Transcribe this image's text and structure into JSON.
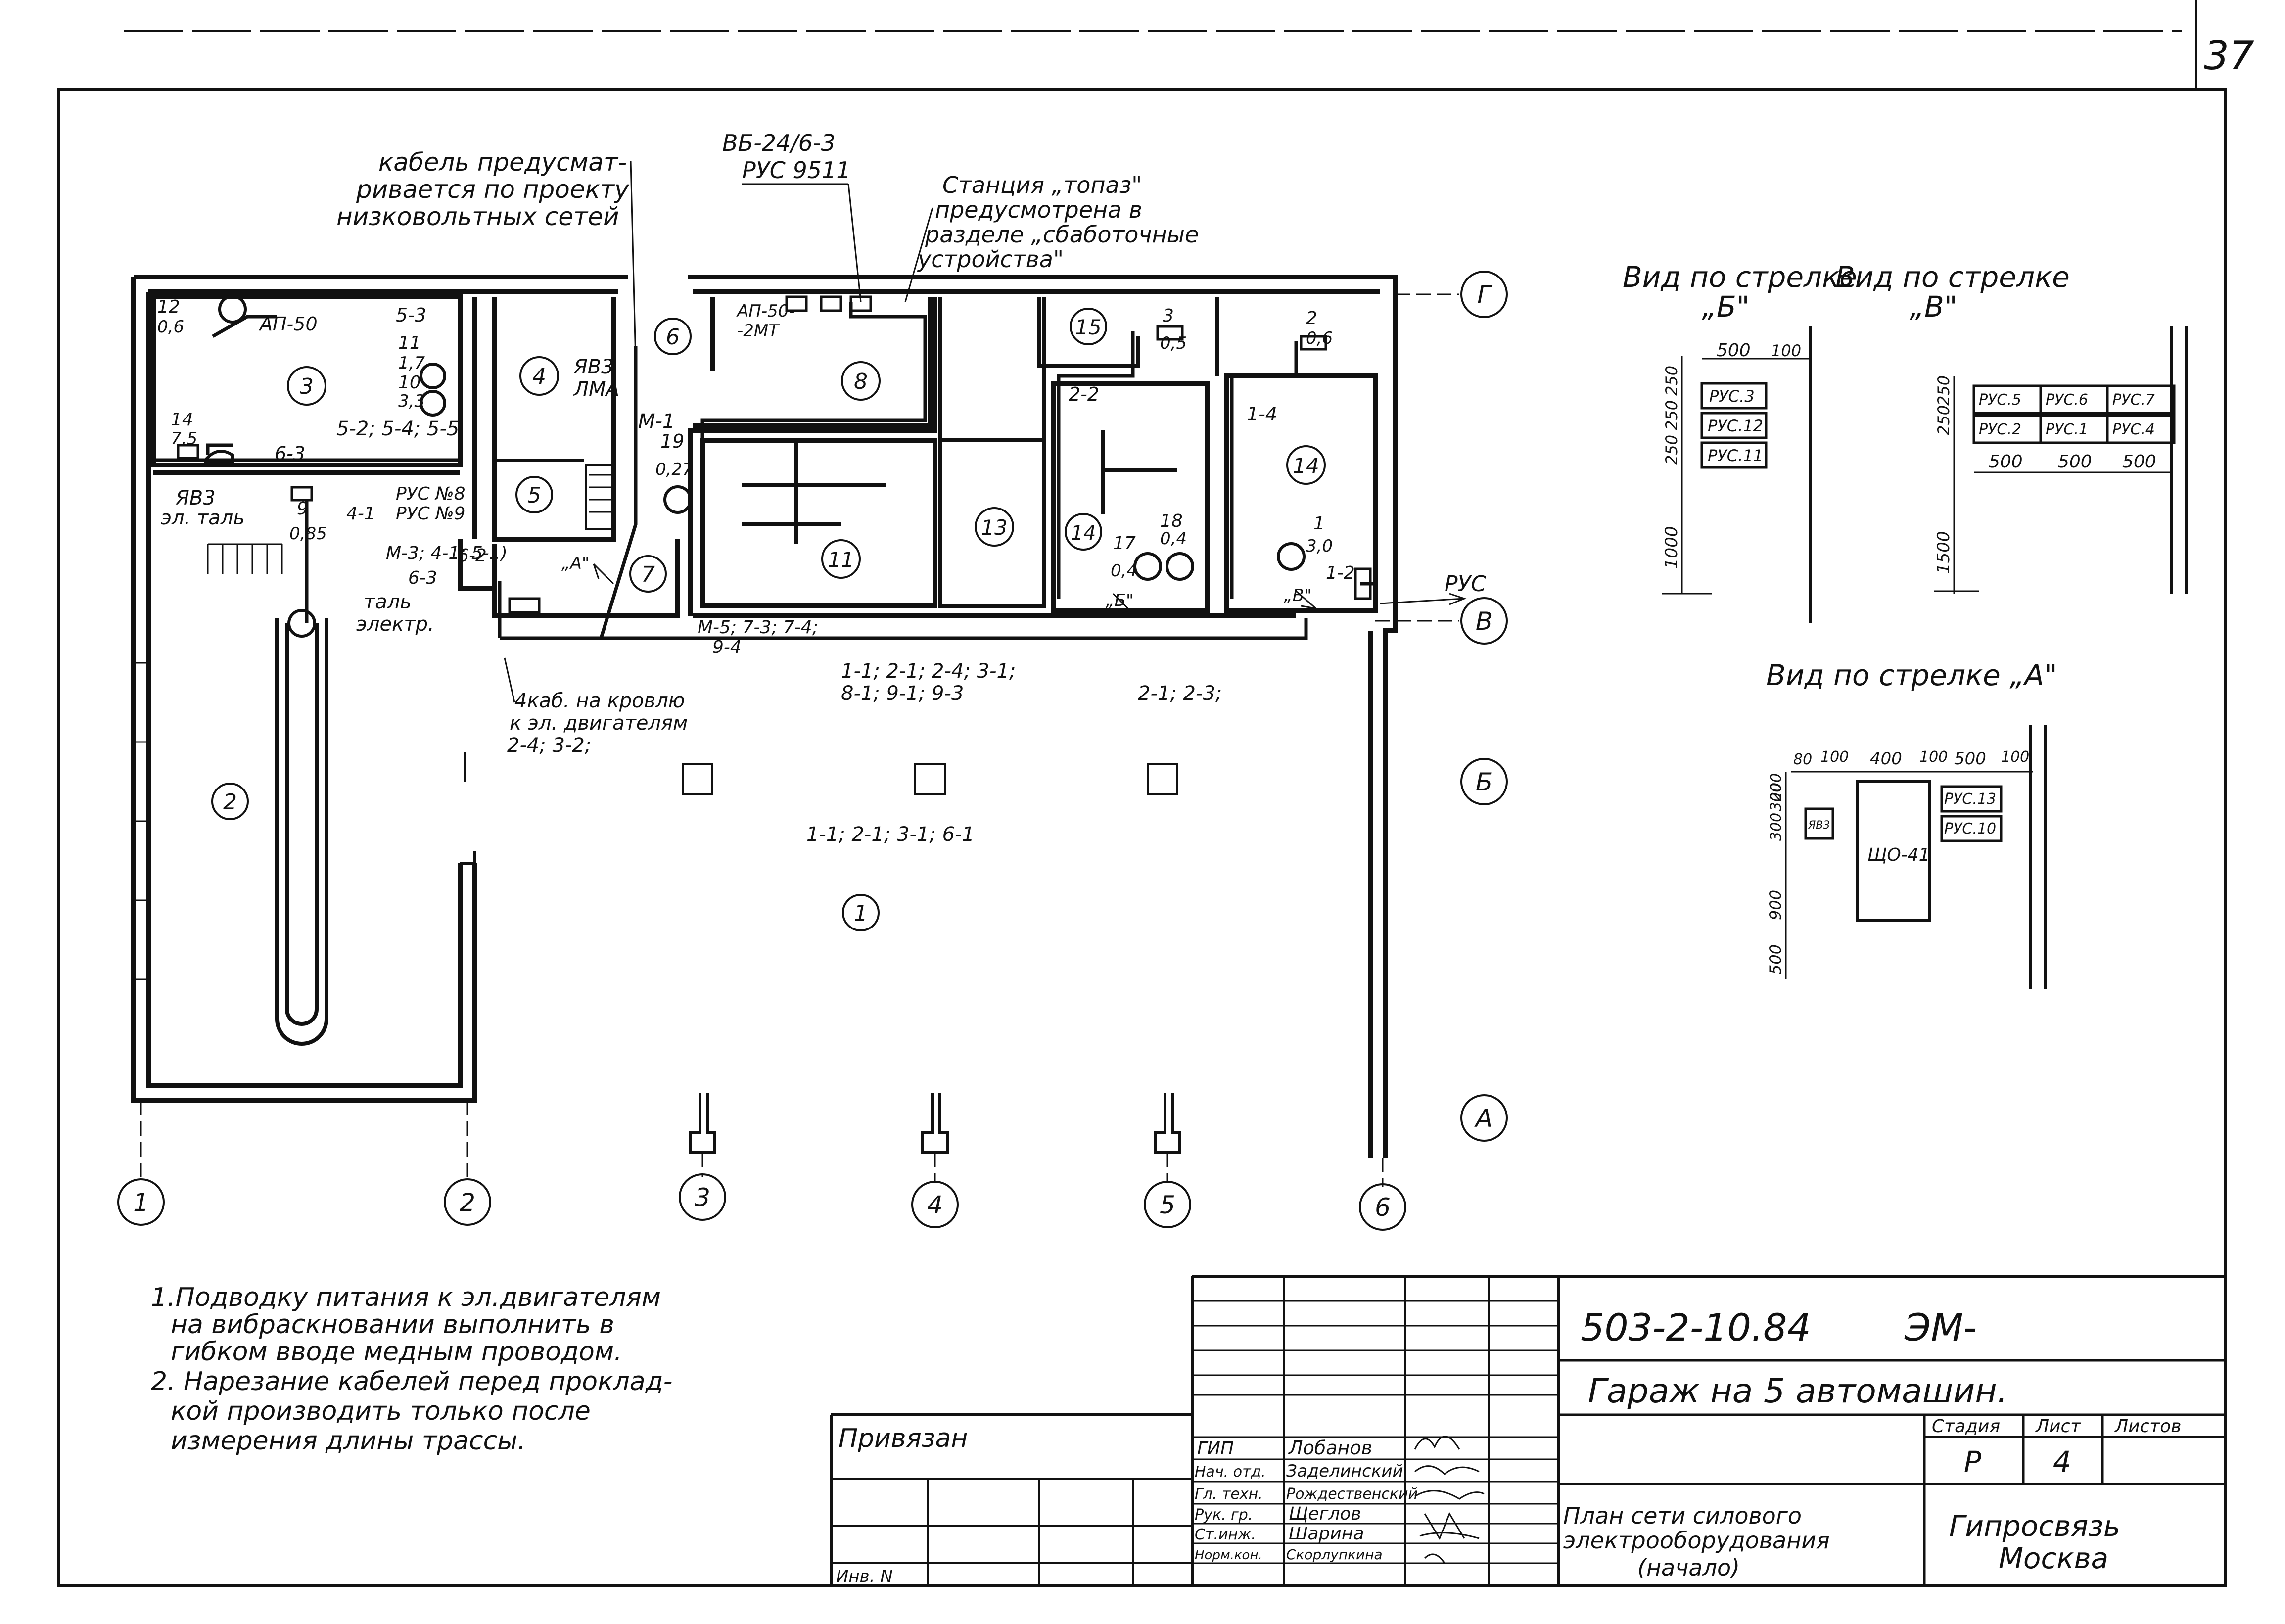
{
  "sheet_number": "37",
  "callouts": {
    "cable_note": [
      "кабель предусмат-",
      "ривается по проекту",
      "низковольтных сетей"
    ],
    "supply": [
      "ВБ-24/6-3",
      "РУС 9511"
    ],
    "station": [
      "Станция „топаз\"",
      "предусмотрена в",
      "разделе „сбаботочные",
      "устройства\""
    ],
    "roof": [
      "4каб. на кровлю",
      "к эл. двигателям",
      "2-4; 3-2;"
    ],
    "hoist_left": [
      "ЯВ3",
      "эл. таль"
    ],
    "hoist_electric": [
      "таль",
      "электр."
    ],
    "rus_arrow": "РУС"
  },
  "equipment": {
    "ap50": "АП-50",
    "ap50emt": [
      "АП-50-",
      "-2МТ"
    ],
    "yav3_lma": [
      "ЯВ3",
      "ЛМА"
    ],
    "rus8_9": [
      "РУС №8",
      "РУС №9"
    ],
    "m1": "М-1",
    "lines_room3": [
      "5-3",
      "5-2; 5-4; 5-5",
      "6-3"
    ],
    "lines_room7": [
      "М-3; 4-1; 5-1)",
      "6-3",
      "6-2",
      "4-1"
    ],
    "lines_room11": [
      "М-5; 7-3; 7-4;",
      "9-4"
    ],
    "line_2_2": "2-2",
    "line_1_4": "1-4",
    "line_1_2": "1-2",
    "corridor_a": [
      "1-1; 2-1; 2-4; 3-1;",
      "8-1; 9-1; 9-3"
    ],
    "corridor_b": "2-1; 2-3;",
    "hall_lines": "1-1; 2-1; 3-1; 6-1",
    "view_b_mark": "„Б\"",
    "view_v_mark": "„В\"",
    "view_a_mark": "„А\""
  },
  "motor_labels": [
    {
      "n": "12",
      "p": "0,6"
    },
    {
      "n": "14",
      "p": "7,5"
    },
    {
      "n": "11",
      "p": "1,7"
    },
    {
      "n": "10",
      "p": "3,3"
    },
    {
      "n": "19",
      "p": "0,27"
    },
    {
      "n": "9",
      "p": "0,85"
    },
    {
      "n": "3",
      "p": "0,5"
    },
    {
      "n": "2",
      "p": "0,6"
    },
    {
      "n": "17",
      "p": "0,4"
    },
    {
      "n": "18",
      "p": "0,4"
    },
    {
      "n": "1",
      "p": "3,0"
    }
  ],
  "rooms": [
    "1",
    "2",
    "3",
    "4",
    "5",
    "6",
    "7",
    "8",
    "11",
    "13",
    "14",
    "14",
    "15"
  ],
  "axes": {
    "columns": [
      "1",
      "2",
      "3",
      "4",
      "5",
      "6"
    ],
    "rows": [
      "Г",
      "В",
      "Б",
      "А"
    ]
  },
  "views": {
    "b": {
      "title": [
        "Вид по стрелке",
        "„Б\""
      ],
      "panels": [
        "РУС.3",
        "РУС.12",
        "РУС.11"
      ],
      "dims_h": [
        "500",
        "100"
      ],
      "dims_v": [
        "250",
        "250",
        "250",
        "1000"
      ]
    },
    "v": {
      "title": [
        "Вид по стрелке",
        "„В\""
      ],
      "panels_top": [
        "РУС.5",
        "РУС.6",
        "РУС.7"
      ],
      "panels_bottom": [
        "РУС.2",
        "РУС.1",
        "РУС.4"
      ],
      "dims_h": [
        "500",
        "500",
        "500"
      ],
      "dims_v": [
        "250",
        "250",
        "1500"
      ]
    },
    "a": {
      "title": "Вид по стрелке „А\"",
      "panels": [
        "ЩО-41",
        "РУС.13",
        "РУС.10",
        "ЯВ3"
      ],
      "dims_h": [
        "80",
        "100",
        "400",
        "100",
        "500",
        "100"
      ],
      "dims_v": [
        "300",
        "300",
        "200",
        "900",
        "500"
      ]
    }
  },
  "notes": [
    "1.Подводку питания к эл.двигателям",
    "на вибраскновании выполнить в",
    "гибком вводе медным проводом.",
    "2. Нарезание кабелей перед проклад-",
    "кой производить только после",
    "измерения длины трассы."
  ],
  "title_block": {
    "project_code": "503-2-10.84",
    "section": "ЭМ-",
    "object": "Гараж на 5 автомашин.",
    "drawing_title": [
      "План сети силового",
      "электрооборудования",
      "(начало)"
    ],
    "stage_header": "Стадия",
    "sheet_header": "Лист",
    "sheets_header": "Листов",
    "stage": "Р",
    "sheet": "4",
    "org": [
      "Гипросвязь",
      "Москва"
    ],
    "bound": "Привязан",
    "inv": "Инв. N",
    "roles": [
      "ГИП",
      "Нач. отд.",
      "Гл. техн.",
      "Рук. гр.",
      "Ст.инж.",
      "Норм.кон."
    ],
    "names": [
      "Лобанов",
      "Заделинский",
      "Рождественский",
      "Щеглов",
      "Шарина",
      "Скорлупкина"
    ]
  }
}
